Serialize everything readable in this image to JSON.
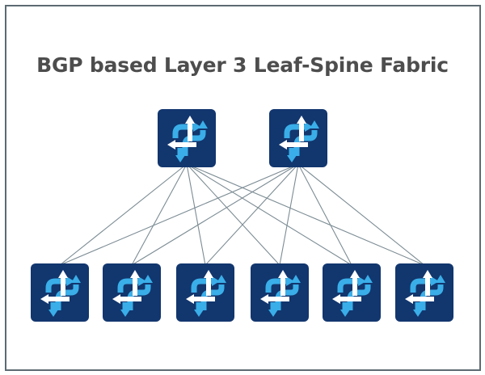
{
  "title": "BGP based Layer 3 Leaf-Spine Fabric",
  "colors": {
    "frame_border": "#5d6b72",
    "title_text": "#4d4d4d",
    "link_line": "#7c8c94",
    "switch_bg": "#12366e",
    "arrow_light": "#3aaee8",
    "arrow_white": "#ffffff"
  },
  "icon": "router-switch-icon",
  "spines": [
    {
      "id": "spine-1"
    },
    {
      "id": "spine-2"
    }
  ],
  "leaves": [
    {
      "id": "leaf-1"
    },
    {
      "id": "leaf-2"
    },
    {
      "id": "leaf-3"
    },
    {
      "id": "leaf-4"
    },
    {
      "id": "leaf-5"
    },
    {
      "id": "leaf-6"
    }
  ],
  "topology": "full-mesh"
}
